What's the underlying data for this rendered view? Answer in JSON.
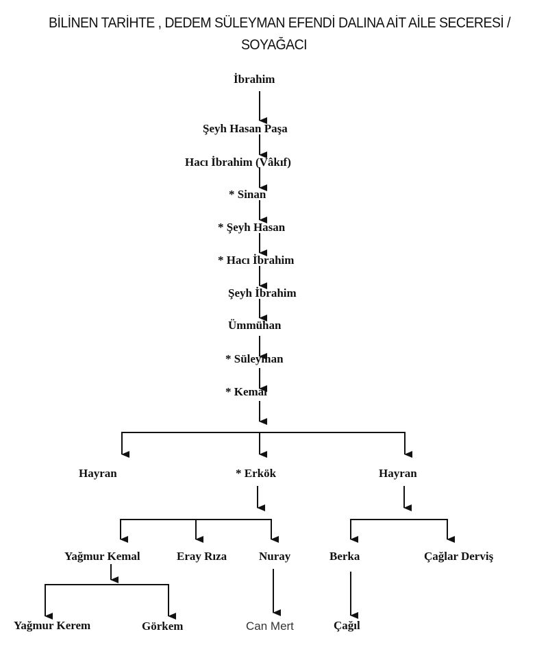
{
  "title": {
    "line1": "BİLİNEN TARİHTE , DEDEM SÜLEYMAN EFENDİ  DALINA AİT AİLE SECERESİ /",
    "line2": "SOYAĞACI"
  },
  "nodes": {
    "ibrahim": "İbrahim",
    "seyh_hasan_pasa": "Şeyh Hasan Paşa",
    "haci_ibrahim_vakif": "Hacı İbrahim (Vâkıf)",
    "sinan": "*  Sinan",
    "seyh_hasan": "* Şeyh Hasan",
    "haci_ibrahim": "* Hacı İbrahim",
    "seyh_ibrahim": "Şeyh İbrahim",
    "ummuhan": "Ümmühan",
    "suleyman": "* Süleyman",
    "kemal": "*  Kemal",
    "hayran_left": "Hayran",
    "erkok": "* Erkök",
    "hayran_right": "Hayran",
    "yagmur_kemal": "Yağmur Kemal",
    "eray_riza": "Eray Rıza",
    "nuray": "Nuray",
    "berka": "Berka",
    "caglar_dervis": "Çağlar Derviş",
    "yagmur_kerem": "Yağmur Kerem",
    "gorkem": "Görkem",
    "can_mert": "Can Mert",
    "cagil": "Çağıl"
  },
  "colors": {
    "line": "#111111",
    "text": "#111111",
    "background": "#ffffff"
  }
}
